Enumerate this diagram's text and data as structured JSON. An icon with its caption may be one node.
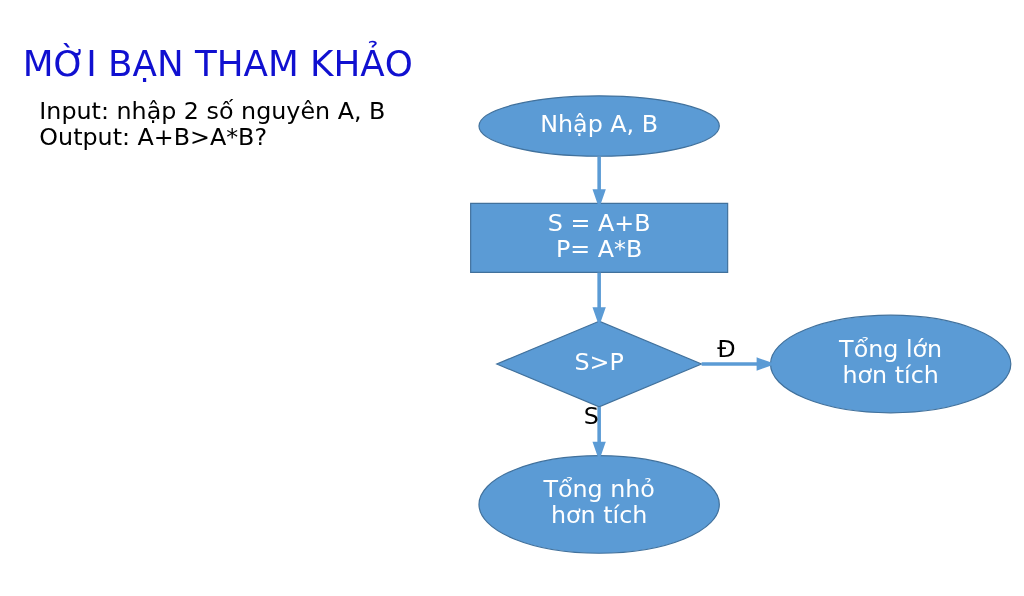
{
  "diagram": {
    "title": "MỜI BẠN THAM KHẢO",
    "nodes": [
      {
        "text": [
          "Nhập A, B"
        ]
      },
      {
        "text": [
          "S = A+B",
          "P= A*B"
        ]
      },
      {
        "text": [
          "S>P"
        ]
      },
      {
        "text": [
          "Tổng lớn hơn tích"
        ]
      },
      {
        "text": [
          "Tổng nhỏ hơn tích"
        ]
      }
    ],
    "edges": [
      {
        "from": 0,
        "to": 1,
        "arrow": "to"
      },
      {
        "from": 1,
        "to": 2,
        "arrow": "to"
      },
      {
        "from": 2,
        "to": 3,
        "label": "Đ",
        "arrow": "to"
      },
      {
        "from": 2,
        "to": 4,
        "label": "S",
        "arrow": "to"
      }
    ],
    "labels": [
      "Input: nhập 2 số nguyên A, B",
      "Output: A+B>A*B?"
    ]
  }
}
